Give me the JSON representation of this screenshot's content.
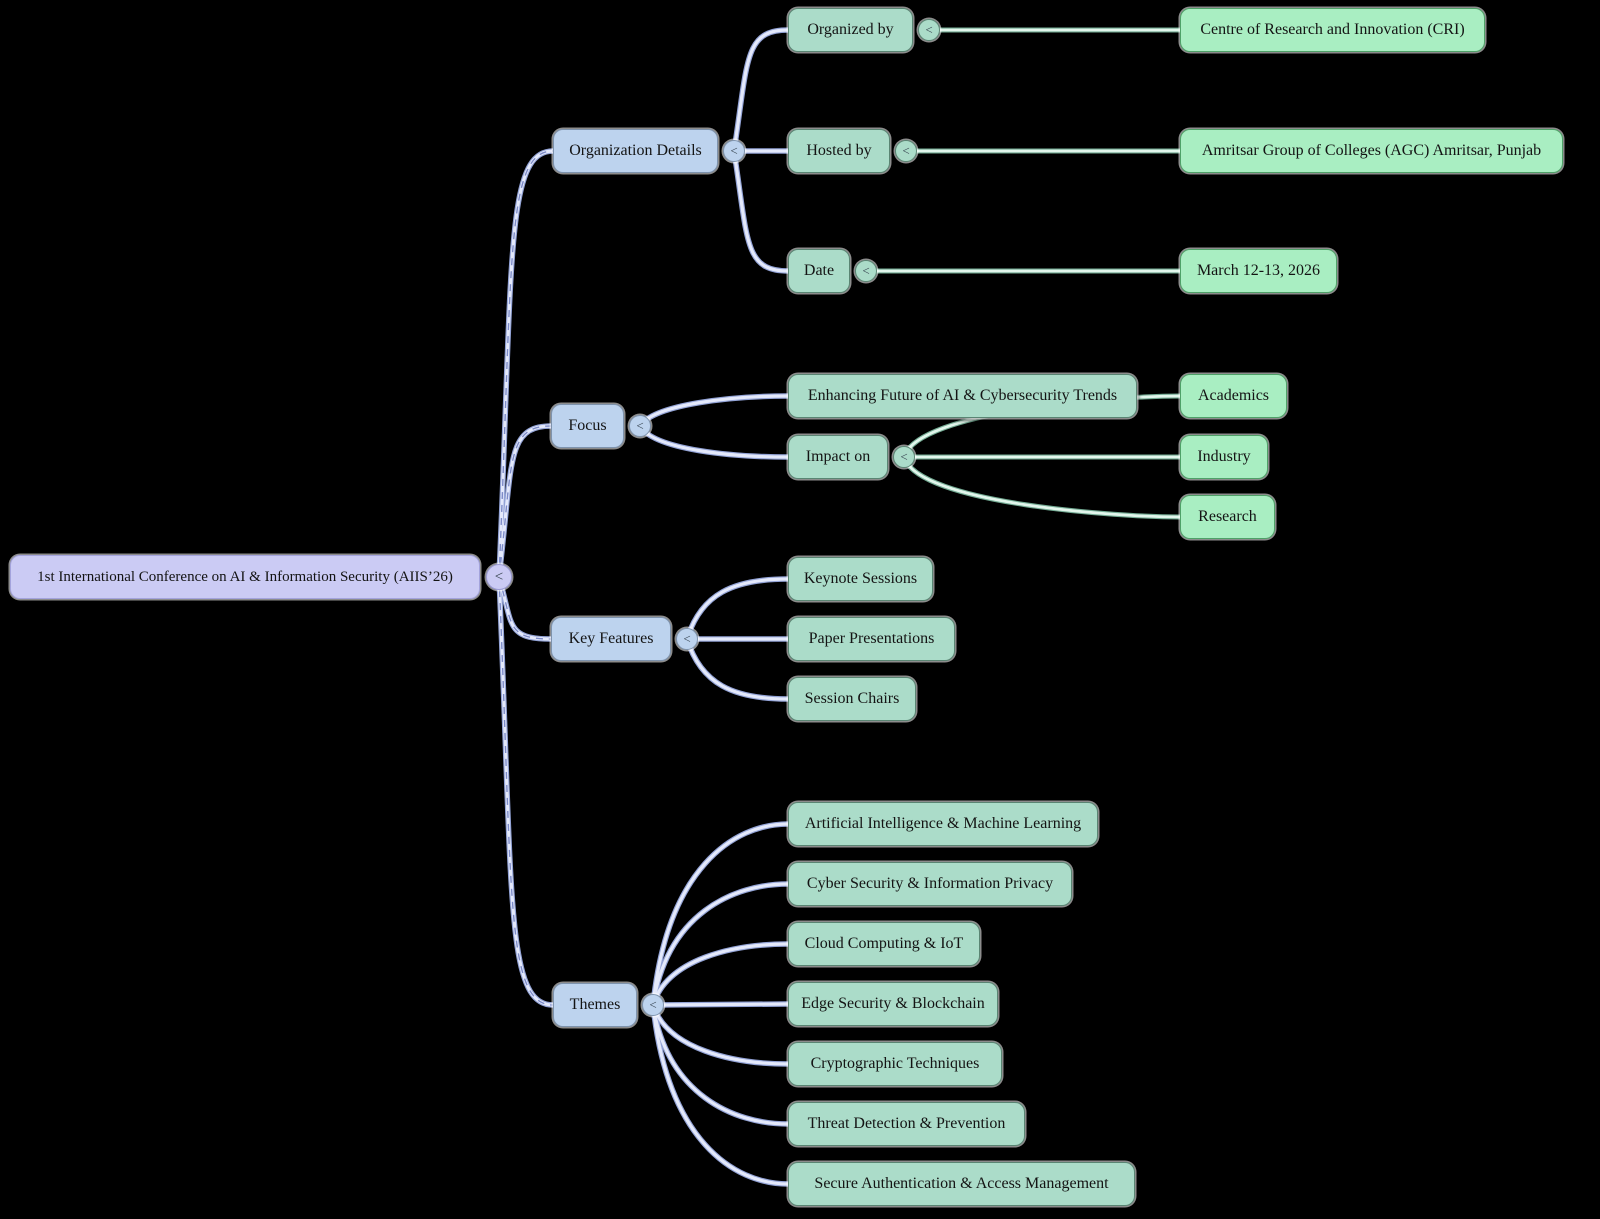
{
  "mindmap": {
    "background_color": "#000000",
    "collapse_glyph": "<",
    "palette": {
      "root_fill": "#cbcbf4",
      "root_border": "#a3a3dc",
      "branch_fill": "#bdd3ee",
      "branch_border": "#7e93ad",
      "sub_fill": "#abdcc9",
      "sub_border": "#5a8573",
      "leaf_fill": "#a9eec2",
      "leaf_border": "#4fa168",
      "link_blue": "#93a3d6",
      "link_teal": "#74ab94",
      "text_color": "#141414"
    },
    "nodes": {
      "root": {
        "label": "1st International Conference on AI & Information Security (AIIS’26)"
      },
      "organization_details": {
        "label": "Organization Details"
      },
      "organized_by": {
        "label": "Organized by"
      },
      "cri": {
        "label": "Centre of Research and Innovation (CRI)"
      },
      "hosted_by": {
        "label": "Hosted by"
      },
      "agc": {
        "label": "Amritsar Group of Colleges (AGC) Amritsar, Punjab"
      },
      "date": {
        "label": "Date"
      },
      "march": {
        "label": "March 12-13, 2026"
      },
      "focus": {
        "label": "Focus"
      },
      "enhancing": {
        "label": "Enhancing Future of AI & Cybersecurity Trends"
      },
      "impact_on": {
        "label": "Impact on"
      },
      "academics": {
        "label": "Academics"
      },
      "industry": {
        "label": "Industry"
      },
      "research": {
        "label": "Research"
      },
      "key_features": {
        "label": "Key Features"
      },
      "keynote_sessions": {
        "label": "Keynote Sessions"
      },
      "paper_presentations": {
        "label": "Paper Presentations"
      },
      "session_chairs": {
        "label": "Session Chairs"
      },
      "themes": {
        "label": "Themes"
      },
      "theme_ai_ml": {
        "label": "Artificial Intelligence & Machine Learning"
      },
      "theme_cyber": {
        "label": "Cyber Security & Information Privacy"
      },
      "theme_cloud": {
        "label": "Cloud Computing & IoT"
      },
      "theme_edge": {
        "label": "Edge Security & Blockchain"
      },
      "theme_crypto": {
        "label": "Cryptographic Techniques"
      },
      "theme_threat": {
        "label": "Threat Detection & Prevention"
      },
      "theme_secure": {
        "label": "Secure Authentication & Access Management"
      }
    },
    "edges": [
      [
        "root",
        "organization_details"
      ],
      [
        "root",
        "focus"
      ],
      [
        "root",
        "key_features"
      ],
      [
        "root",
        "themes"
      ],
      [
        "organization_details",
        "organized_by"
      ],
      [
        "organization_details",
        "hosted_by"
      ],
      [
        "organization_details",
        "date"
      ],
      [
        "organized_by",
        "cri"
      ],
      [
        "hosted_by",
        "agc"
      ],
      [
        "date",
        "march"
      ],
      [
        "focus",
        "enhancing"
      ],
      [
        "focus",
        "impact_on"
      ],
      [
        "impact_on",
        "academics"
      ],
      [
        "impact_on",
        "industry"
      ],
      [
        "impact_on",
        "research"
      ],
      [
        "key_features",
        "keynote_sessions"
      ],
      [
        "key_features",
        "paper_presentations"
      ],
      [
        "key_features",
        "session_chairs"
      ],
      [
        "themes",
        "theme_ai_ml"
      ],
      [
        "themes",
        "theme_cyber"
      ],
      [
        "themes",
        "theme_cloud"
      ],
      [
        "themes",
        "theme_edge"
      ],
      [
        "themes",
        "theme_crypto"
      ],
      [
        "themes",
        "theme_threat"
      ],
      [
        "themes",
        "theme_secure"
      ]
    ]
  }
}
